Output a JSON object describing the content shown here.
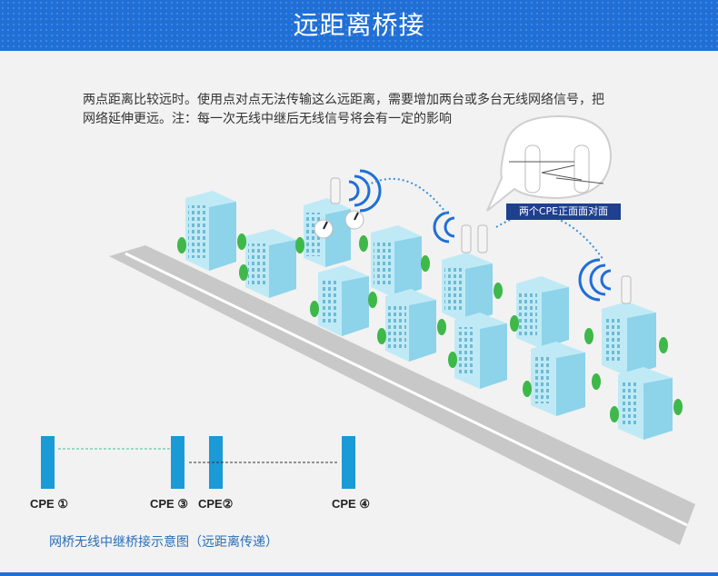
{
  "header": {
    "title": "远距离桥接"
  },
  "description": {
    "line1": "两点距离比较远时。使用点对点无法传输这么远距离，需要增加两台或多台无线网络信号，把",
    "line2": "网络延伸更远。注：每一次无线中继后无线信号将会有一定的影响"
  },
  "callout": {
    "label": "两个CPE正面面对面"
  },
  "cpe": [
    {
      "label": "CPE ①"
    },
    {
      "label": "CPE ③"
    },
    {
      "label": "CPE②"
    },
    {
      "label": "CPE ④"
    }
  ],
  "caption": "网桥无线中继桥接示意图（远距离传递）",
  "colors": {
    "header": "#1f6fd6",
    "cpe_bar": "#1a9ad6",
    "building": "#9fdff0",
    "road": "#cfcfcf"
  }
}
